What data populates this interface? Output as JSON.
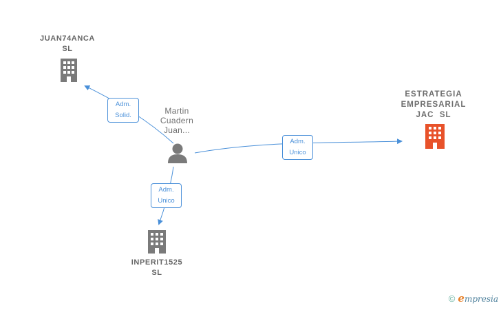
{
  "nodes": {
    "juan74anca": {
      "line1": "JUAN74ANCA",
      "line2": "SL",
      "color": "#7a7a7a"
    },
    "estrategia": {
      "line1": "ESTRATEGIA",
      "line2": "EMPRESARIAL",
      "line3": "JAC  SL",
      "color": "#e8522a"
    },
    "inperit": {
      "line1": "INPERIT1525",
      "line2": "SL",
      "color": "#7a7a7a"
    },
    "person": {
      "line1": "Martin",
      "line2": "Cuadern",
      "line3": "Juan..."
    }
  },
  "edges": {
    "to_juan74anca": {
      "line1": "Adm.",
      "line2": "Solid."
    },
    "to_estrategia": {
      "line1": "Adm.",
      "line2": "Unico"
    },
    "to_inperit": {
      "line1": "Adm.",
      "line2": "Unico"
    }
  },
  "edge_color": "#4a90d9",
  "footer": {
    "copyright": "©",
    "brand_initial": "e",
    "brand_rest": "mpresia"
  }
}
